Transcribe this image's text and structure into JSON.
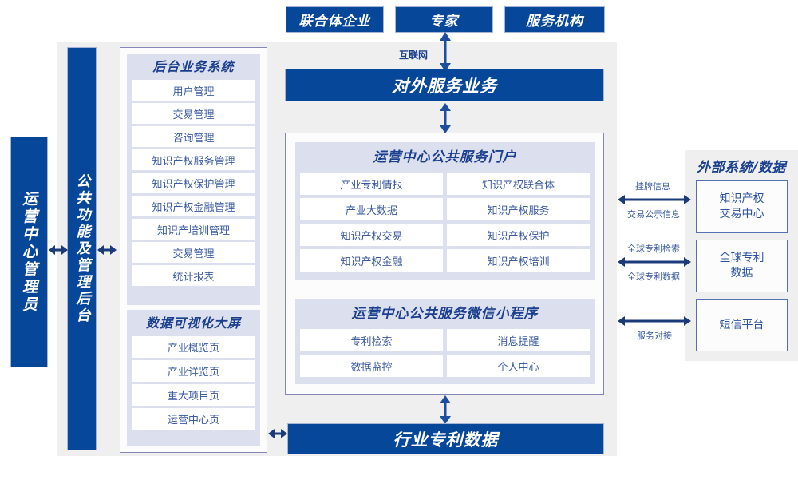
{
  "top_actors": [
    {
      "label": "联合体企业"
    },
    {
      "label": "专家"
    },
    {
      "label": "服务机构"
    }
  ],
  "internet_label": "互联网",
  "external_service_bar": {
    "label": "对外服务业务"
  },
  "left_bars": [
    {
      "label": "运营中心管理员"
    },
    {
      "label": "公共功能及管理后台"
    }
  ],
  "backend_system": {
    "title": "后台业务系统",
    "items": [
      "用户管理",
      "交易管理",
      "咨询管理",
      "知识产权服务管理",
      "知识产权保护管理",
      "知识产权金融管理",
      "知识产培训管理",
      "交易管理",
      "统计报表"
    ]
  },
  "data_visual": {
    "title": "数据可视化大屏",
    "items": [
      "产业概览页",
      "产业详览页",
      "重大项目页",
      "运营中心页"
    ]
  },
  "portal": {
    "title": "运营中心公共服务门户",
    "items": [
      "产业专利情报",
      "知识产权联合体",
      "产业大数据",
      "知识产权服务",
      "知识产权交易",
      "知识产权保护",
      "知识产权金融",
      "知识产权培训"
    ]
  },
  "miniprogram": {
    "title": "运营中心公共服务微信小程序",
    "items": [
      "专利检索",
      "消息提醒",
      "数据监控",
      "个人中心"
    ]
  },
  "industry_data_bar": {
    "label": "行业专利数据"
  },
  "external": {
    "title": "外部系统/数据",
    "cards": [
      {
        "line1": "知识产权",
        "line2": "交易中心"
      },
      {
        "line1": "全球专利",
        "line2": "数据"
      },
      {
        "line1": "短信平台",
        "line2": ""
      }
    ],
    "connectors": [
      {
        "above": "挂牌信息",
        "below": "交易公示信息"
      },
      {
        "above": "全球专利检索",
        "below": "全球专利数据"
      },
      {
        "above": "",
        "below": "服务对接"
      }
    ]
  },
  "colors": {
    "brand_blue": "#07479A",
    "panel_gray": "#EFEFEF",
    "group_lavender": "#DCDFEE",
    "text_blue": "#3a5ba0",
    "border_purple": "#8287b5"
  }
}
